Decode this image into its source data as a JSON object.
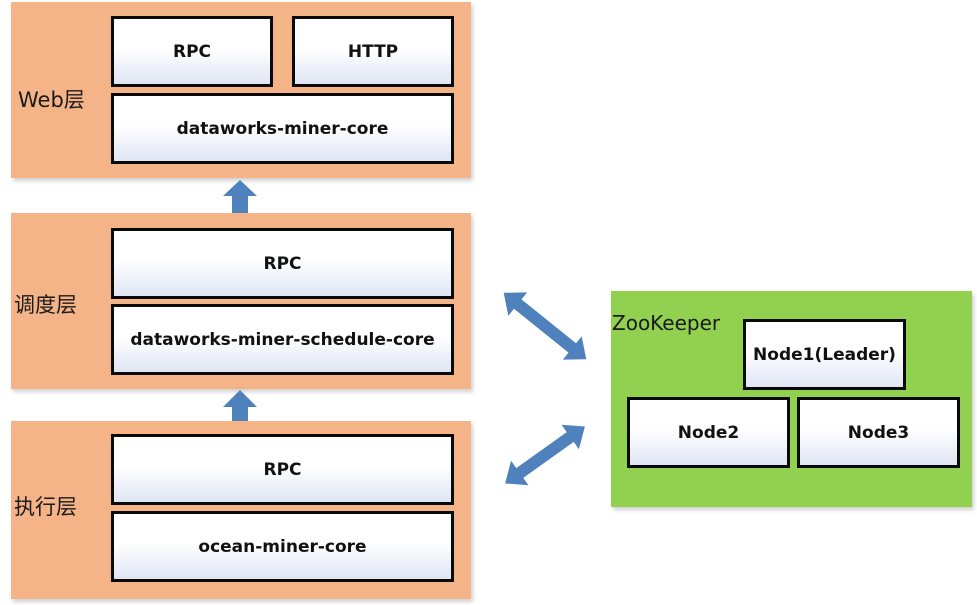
{
  "web_layer": {
    "label": "Web层",
    "rpc": "RPC",
    "http": "HTTP",
    "core": "dataworks-miner-core"
  },
  "schedule_layer": {
    "label": "调度层",
    "rpc": "RPC",
    "core": "dataworks-miner-schedule-core"
  },
  "exec_layer": {
    "label": "执行层",
    "rpc": "RPC",
    "core": "ocean-miner-core"
  },
  "zookeeper": {
    "label": "ZooKeeper",
    "node1": "Node1(Leader)",
    "node2": "Node2",
    "node3": "Node3"
  },
  "colors": {
    "layer_fill": "#f5b488",
    "zookeeper_fill": "#92d050",
    "arrow_fill": "#4f81bd",
    "box_border": "#0a0a0a"
  }
}
